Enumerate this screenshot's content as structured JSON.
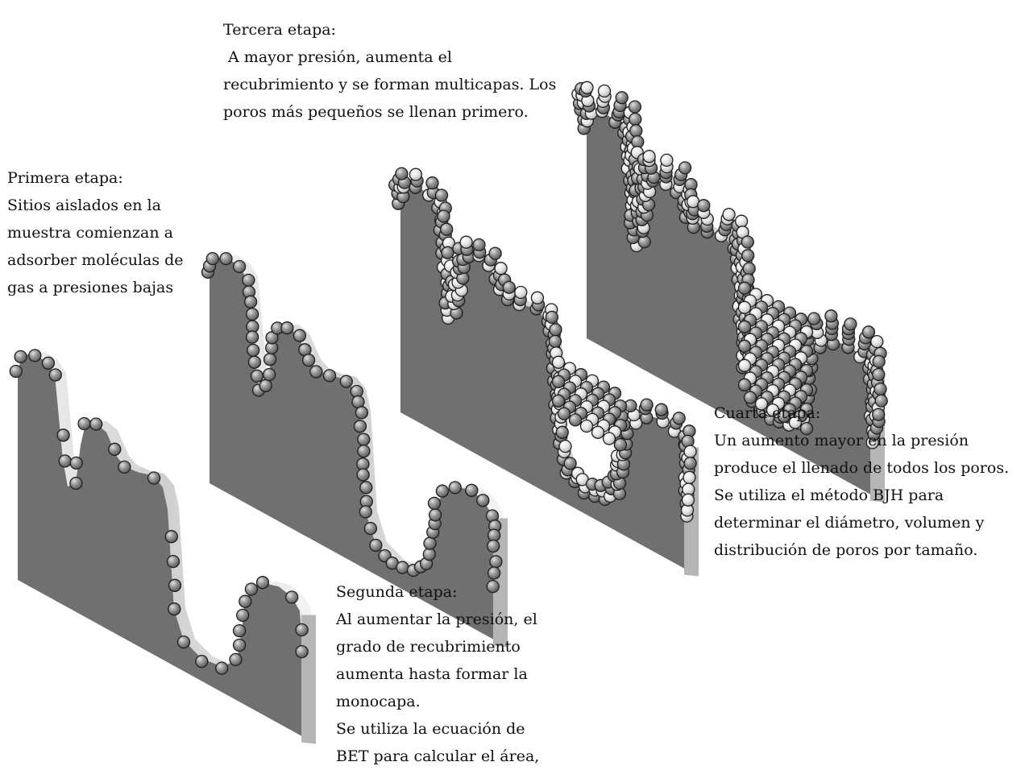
{
  "stages": [
    {
      "id": "stage1",
      "title": "Primera etapa:",
      "lines": [
        "Sitios aislados en la",
        "muestra comienzan a",
        "adsorber moléculas de",
        "gas a presiones bajas"
      ]
    },
    {
      "id": "stage2",
      "title": "Segunda etapa:",
      "lines": [
        "Al aumentar la presión, el",
        "grado de recubrimiento",
        "aumenta hasta formar la",
        "monocapa.",
        "Se utiliza la ecuación de",
        "BET para calcular el área,"
      ]
    },
    {
      "id": "stage3",
      "title": "Tercera etapa:",
      "lines": [
        " A mayor presión, aumenta el",
        "recubrimiento y se forman multicapas. Los",
        "poros más pequeños se llenan primero."
      ]
    },
    {
      "id": "stage4",
      "title": "Cuarta etapa:",
      "lines": [
        "Un aumento mayor en la presión",
        "produce el llenado de todos los poros.",
        "Se utiliza el método BJH para",
        "determinar el diámetro, volumen y",
        "distribución de poros por tamaño."
      ]
    }
  ],
  "colors": {
    "solid_front": "#707070",
    "solid_side": "#b5b5b5",
    "pore_surface": "#d2d2d2",
    "molecule_dark": "#8a8a8a",
    "molecule_light": "#e6e6e6",
    "molecule_outline": "#202020"
  }
}
